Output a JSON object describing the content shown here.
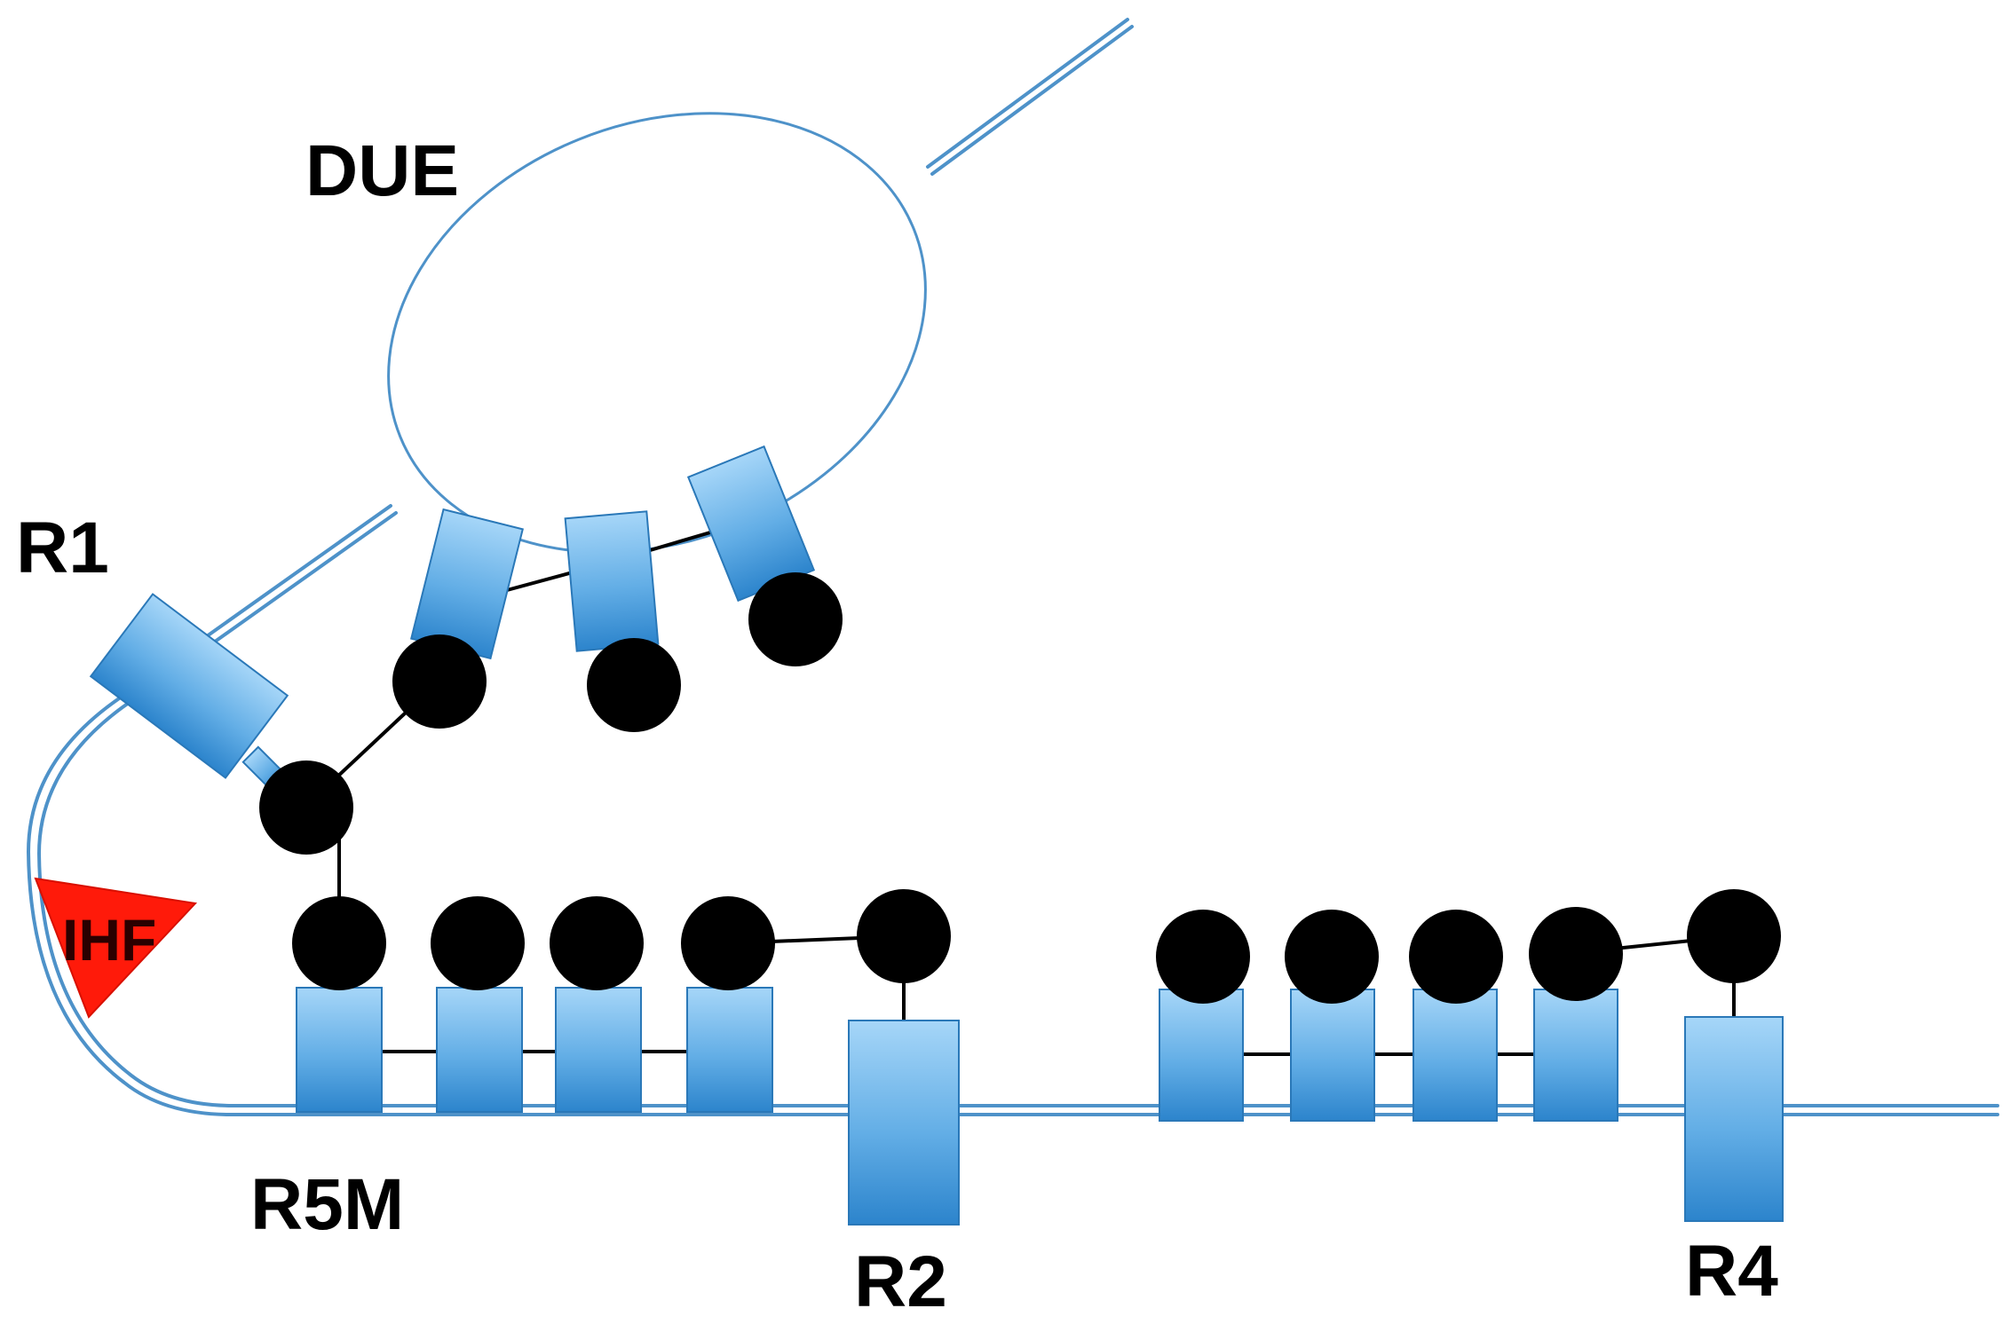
{
  "labels": {
    "due": "DUE",
    "r1": "R1",
    "r5m": "R5M",
    "r2": "R2",
    "r4": "R4",
    "ihf": "IHF"
  },
  "colors": {
    "dna": "#4e92c9",
    "box_light": "#9fd0f5",
    "box_dark": "#2f86cc",
    "box_edge": "#2a78b8",
    "protein": "#000000",
    "ihf": "#ff1a0a",
    "link": "#000000"
  },
  "icons": {
    "protein": "black-circle",
    "binding_site": "blue-rectangle",
    "ihf": "red-triangle"
  }
}
